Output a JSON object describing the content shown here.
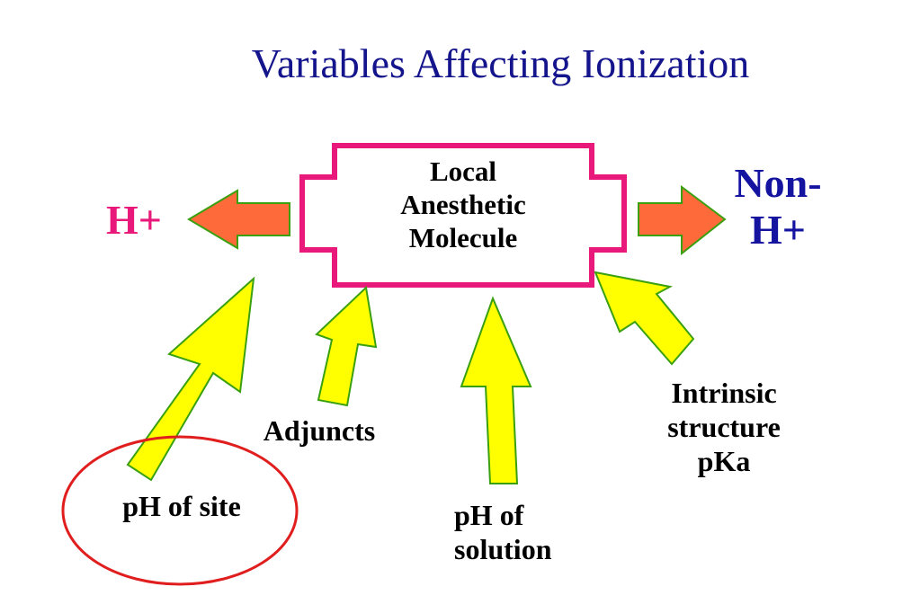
{
  "title": "Variables Affecting Ionization",
  "center": {
    "line1": "Local",
    "line2": "Anesthetic",
    "line3": "Molecule"
  },
  "left_product": "H+",
  "right_product": {
    "line1": "Non-",
    "line2": "H+"
  },
  "factors": {
    "ph_of_site": "pH of site",
    "adjuncts": "Adjuncts",
    "ph_of_solution": {
      "line1": "pH of",
      "line2": "solution"
    },
    "intrinsic": {
      "line1": "Intrinsic",
      "line2": "structure",
      "line3": "pKa"
    }
  },
  "colors": {
    "title": "#14148c",
    "box_border": "#e8197a",
    "h_plus": "#e8197a",
    "non_h_plus": "#1414a0",
    "orange_arrow": "#ff6a3a",
    "yellow_arrow": "#ffff00",
    "arrow_outline": "#3aa010",
    "highlight_ellipse": "#e01e1e"
  }
}
